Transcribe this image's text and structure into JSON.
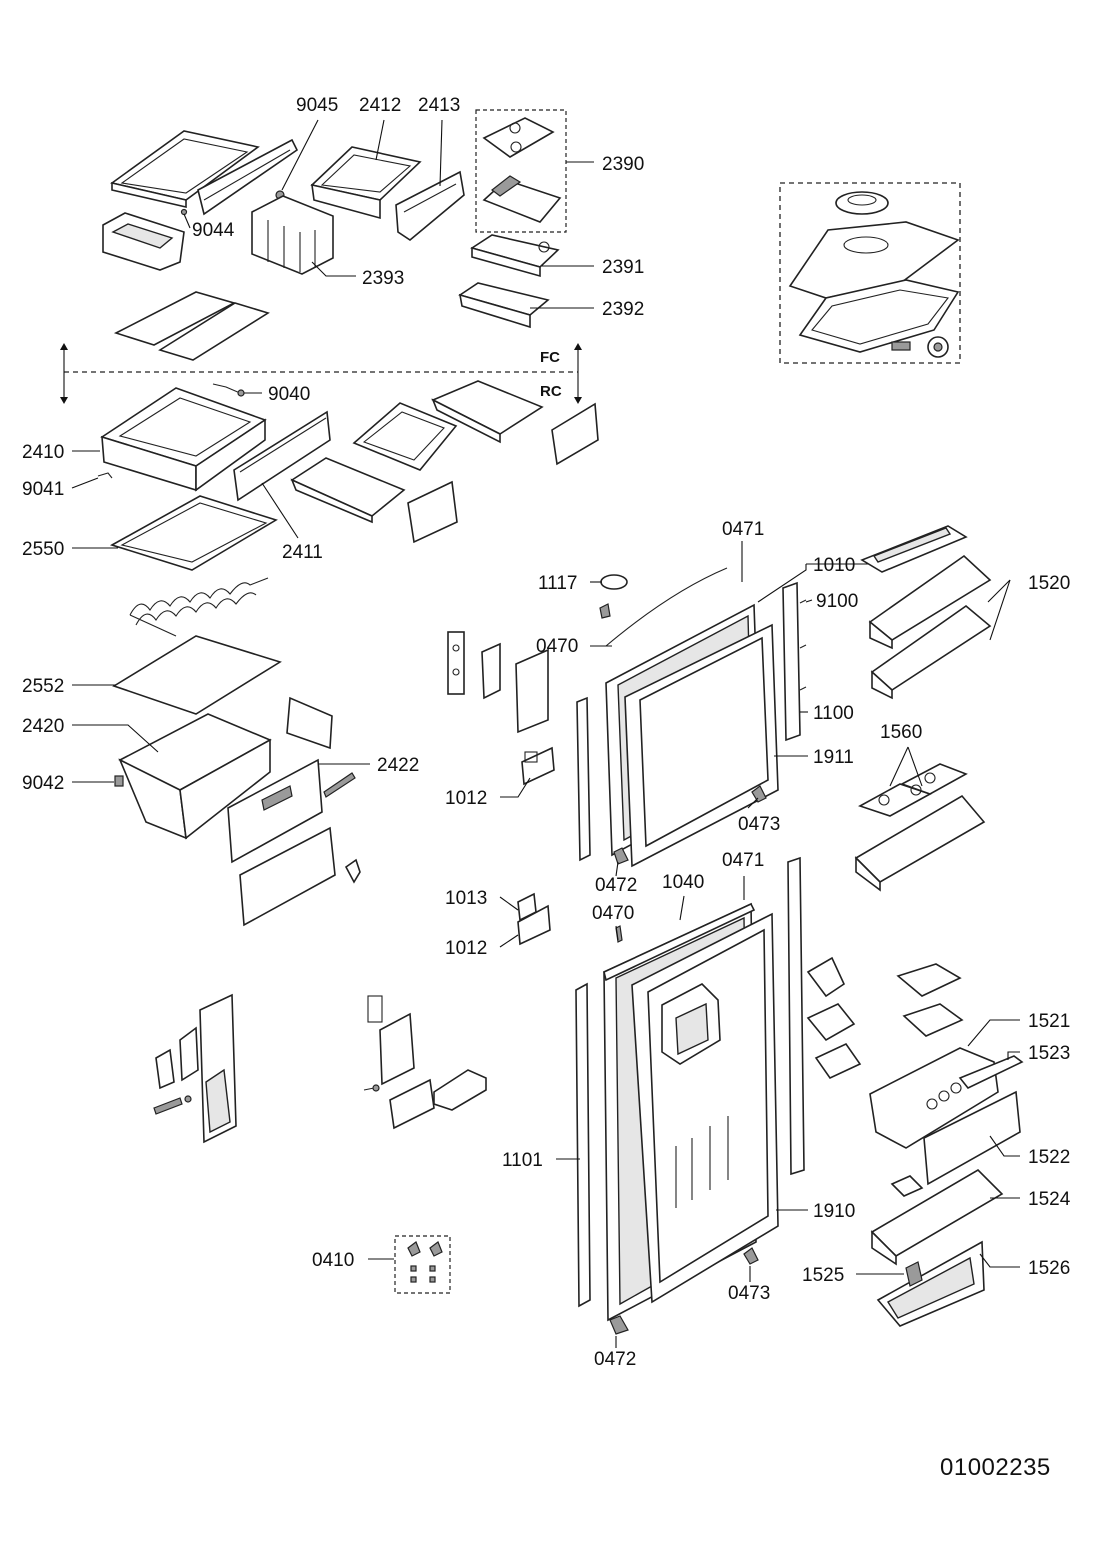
{
  "labels": {
    "l9045": "9045",
    "l2412": "2412",
    "l2413": "2413",
    "l2390": "2390",
    "l9044": "9044",
    "l2393": "2393",
    "l2391": "2391",
    "l2392": "2392",
    "l9040": "9040",
    "l2410": "2410",
    "l9041": "9041",
    "l2550": "2550",
    "l2411": "2411",
    "l2552": "2552",
    "l2420": "2420",
    "l9042": "9042",
    "l2422": "2422",
    "l0471a": "0471",
    "l1010": "1010",
    "l1520": "1520",
    "l1117": "1117",
    "l9100": "9100",
    "l0470a": "0470",
    "l1100": "1100",
    "l1560": "1560",
    "l1911": "1911",
    "l1012a": "1012",
    "l0473a": "0473",
    "l0472a": "0472",
    "l0471b": "0471",
    "l1040": "1040",
    "l1013": "1013",
    "l0470b": "0470",
    "l1012b": "1012",
    "l1521": "1521",
    "l1523": "1523",
    "l1101": "1101",
    "l1522": "1522",
    "l1910": "1910",
    "l1524": "1524",
    "l0410": "0410",
    "l0473b": "0473",
    "l1525": "1525",
    "l1526": "1526",
    "l0472b": "0472"
  },
  "zones": {
    "fc": "FC",
    "rc": "RC"
  },
  "doc_id": "01002235"
}
